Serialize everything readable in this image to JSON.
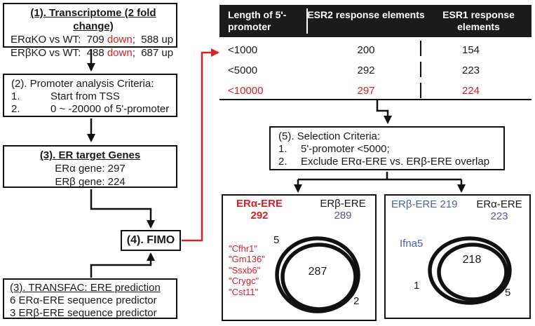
{
  "colors": {
    "red": "#d81f26",
    "blue": "#4563ac",
    "purple": "#5c5494",
    "table_header_bg": "#1b1b1b",
    "table_header_text": "#ffffff"
  },
  "flow": {
    "box1": {
      "title": "(1). Transcriptome (2 fold change)",
      "rows": [
        {
          "pre": "ERαKO vs WT:  709 ",
          "red": "down",
          "post": ";  588 up"
        },
        {
          "pre": "ERβKO vs WT:  488 ",
          "red": "down",
          "post": ";  687 up"
        }
      ]
    },
    "box2": {
      "title": "(2). Promoter analysis Criteria:",
      "items": [
        {
          "num": "1.",
          "text": "Start from TSS"
        },
        {
          "num": "2.",
          "text": "0 ~ -20000 of 5'-promoter"
        }
      ]
    },
    "box3": {
      "title": "(3). ER target Genes",
      "lines": [
        "ERα gene: 297",
        "ERβ gene: 224"
      ]
    },
    "fimo": {
      "label": "(4). FIMO"
    },
    "transfac": {
      "title": "(3). TRANSFAC: ERE prediction",
      "lines": [
        "6 ERα-ERE sequence predictor",
        "3 ERβ-ERE sequence predictor"
      ]
    },
    "box5": {
      "title": "(5). Selection Criteria:",
      "items": [
        {
          "num": "1.",
          "text": "5'-promoter <5000;"
        },
        {
          "num": "2.",
          "text": "Exclude ERα-ERE vs. ERβ-ERE overlap"
        }
      ]
    }
  },
  "table": {
    "headers": [
      "Length of 5'-promoter",
      "ESR2 response elements",
      "ESR1 response elements"
    ],
    "rows": [
      {
        "length": "<1000",
        "esr2": "200",
        "esr1": "154"
      },
      {
        "length": "<5000",
        "esr2": "292",
        "esr1": "223"
      },
      {
        "length": "<10000",
        "esr2": "297",
        "esr1": "224"
      }
    ],
    "highlighted_row": "<10000"
  },
  "venn_left": {
    "left_label": "ERα-ERE",
    "left_count": "292",
    "right_label": "ERβ-ERE",
    "right_count": "289",
    "gene_list": [
      "\"Cfhr1\"",
      "\"Gm136\"",
      "\"Ssxb6\"",
      "\"Crygc\"",
      "\"Cst11\""
    ],
    "only_left": "5",
    "overlap": "287",
    "only_right": "2"
  },
  "venn_right": {
    "left_label": "ERβ-ERE 219",
    "right_label": "ERα-ERE",
    "right_count": "223",
    "gene_label": "Ifna5",
    "overlap": "218",
    "only_left": "1",
    "only_right": "5"
  }
}
